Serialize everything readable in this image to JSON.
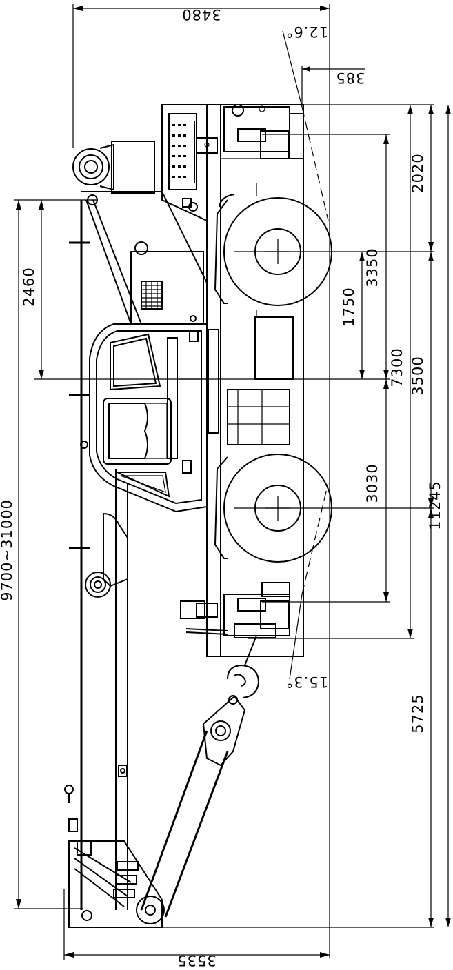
{
  "dimensions": {
    "top_width": "3480",
    "bottom_width": "3535",
    "angle_top": "12.6°",
    "angle_bottom": "15.3°",
    "offset_top": "385",
    "front_overhang": "2020",
    "axle_to_center_front": "3350",
    "axle_to_center_rear": "3030",
    "center_offset": "1750",
    "outrigger_span": "7300",
    "mid_length": "3500",
    "overall_length": "11245",
    "rear_overhang": "5725",
    "boom_length": "9700~31000",
    "cab_offset": "2460"
  }
}
